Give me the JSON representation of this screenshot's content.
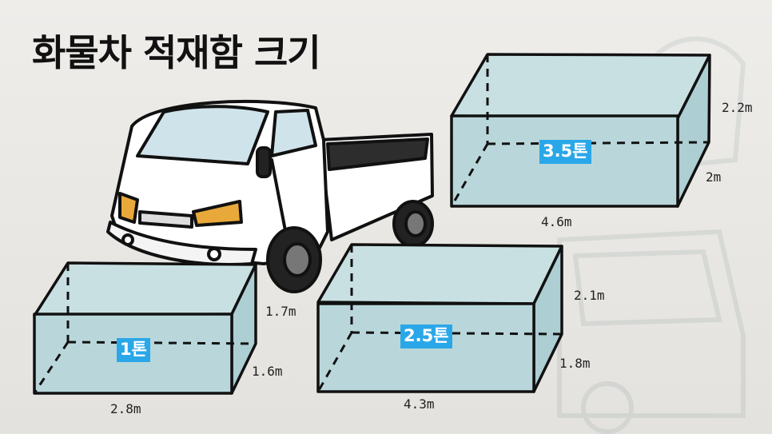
{
  "title": "화물차 적재함 크기",
  "colors": {
    "box_fill": "#b9d7da",
    "box_top": "#c8e0e2",
    "outline": "#111111",
    "tag_bg": "#2aa7e8",
    "truck_body": "#ffffff",
    "headlight": "#e8a93a"
  },
  "icons": [
    "truck-illustration"
  ],
  "cargo_boxes": [
    {
      "label": "1톤",
      "length": "2.8m",
      "width": "1.6m",
      "height": "1.7m"
    },
    {
      "label": "2.5톤",
      "length": "4.3m",
      "width": "1.8m",
      "height": "2.1m"
    },
    {
      "label": "3.5톤",
      "length": "4.6m",
      "width": "2m",
      "height": "2.2m"
    }
  ]
}
